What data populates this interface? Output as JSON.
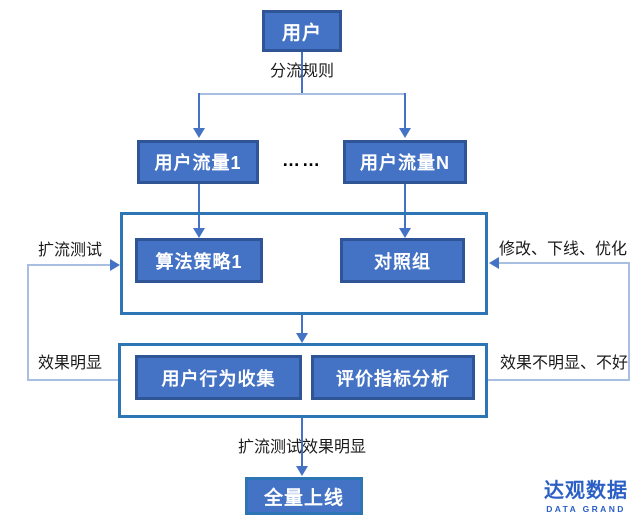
{
  "diagram": {
    "nodes": {
      "user": "用户",
      "traffic_1": "用户流量1",
      "traffic_n": "用户流量N",
      "dots": "……",
      "algo_strategy": "算法策略1",
      "control_group": "对照组",
      "behavior_collection": "用户行为收集",
      "metrics_analysis": "评价指标分析",
      "full_launch": "全量上线"
    },
    "labels": {
      "split_rule": "分流规则",
      "expand_test": "扩流测试",
      "effect_obvious": "效果明显",
      "modify_offline_optimize": "修改、下线、优化",
      "effect_not_obvious": "效果不明显、不好",
      "expand_test_effect": "扩流测试效果明显"
    },
    "colors": {
      "node_fill": "#4472C4",
      "node_border": "#2F5597",
      "container_border": "#2E75B6",
      "connector": "#4472C4",
      "connector_light": "#A9BFE2",
      "node_text": "#FFFFFF",
      "label_text": "#1A1A1A",
      "logo_color": "#2B5FC6"
    }
  },
  "logo": {
    "title": "达观数据",
    "subtitle": "DATA GRAND"
  }
}
